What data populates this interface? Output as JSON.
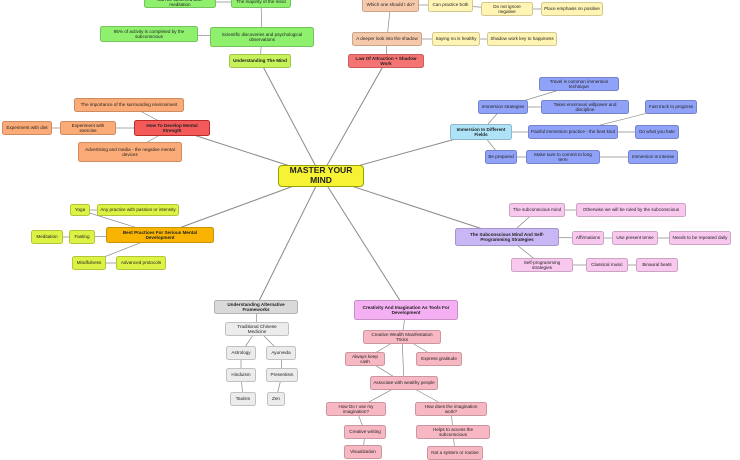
{
  "center": {
    "label": "MASTER YOUR MIND",
    "color": "#f6f334"
  },
  "colors": {
    "green": "#8ef06d",
    "green_border": "#52b63a",
    "peach": "#f5c9aa",
    "yellow_note": "#fff4b3",
    "red": "#f55a5a",
    "red_border": "#b92a2a",
    "orange": "#fbab77",
    "blue": "#aee3f7",
    "blue_mid": "#8fa2f7",
    "purple": "#c9b7f5",
    "purple_mid": "#a69af2",
    "pink_light": "#f8c8ef",
    "pink_mid": "#f5b1eb",
    "lime": "#dcf244",
    "orange_main": "#f8b400",
    "gray": "#d9d9d9",
    "gray_light": "#ececec",
    "pink_red": "#f7b8c3",
    "magenta": "#f4b0f2",
    "line": "#8a8a8a"
  },
  "nodes": {
    "understanding_mind": "Understanding The Mind",
    "scientific": "Scientific discoveries and psychological observations",
    "subconscious_95": "95% of activity is completed by the subconscious",
    "meditation_observe": "Can be observed after meditation",
    "majority_mind": "The majority of the mind",
    "law_attraction": "Law Of Attraction + Shadow Work",
    "deeper_look": "A deeper look into the shadow",
    "saying_no": "Saying no is healthy",
    "shadow_happiness": "Shadow work key to happiness",
    "which_one": "Which one should I do?",
    "practice_both": "Can practice both",
    "not_ignore": "Do not ignore negative",
    "emphasis_positive": "Place emphasis on positive",
    "immersion": "Immersion In Different Fields",
    "immersion_strategies": "Immersion strategies",
    "travel": "Travel is common immersion technique",
    "willpower": "Takes enormous willpower and discipline",
    "painful": "Painful immersion practice - the best kind",
    "fast_track": "Fast track to progress",
    "do_what_hate": "Do what you hate",
    "be_prepared": "Be prepared",
    "commit": "Make sure to commit to long term",
    "intense": "Immersion is intense",
    "subconscious_prog": "The Subconscious Mind And Self-Programming Strategies",
    "subconscious_mind": "The subconscious mind",
    "otherwise_ruled": "Otherwise we will be ruled by the subconscious",
    "affirmations": "Affirmations",
    "present_tense": "Use present tense",
    "repeated_daily": "Needs to be repeated daily",
    "self_prog": "Self-programming strategies",
    "classical": "Classical music",
    "binaural": "Binaural beats",
    "creativity": "Creativity And Imagination As Tools For Development",
    "creative_wealth": "Creative Wealth Manifestation Tricks",
    "keep_cash": "Always keep cash",
    "express_gratitude": "Express gratitude",
    "associate_wealthy": "Associate with wealthy people",
    "how_do_i_use": "How Do I use my imagination?",
    "creative_writing": "Creative writing",
    "visualization": "Visualization",
    "how_imagination": "How does the imagination work?",
    "helps_access": "Helps to access the subconscious",
    "not_system": "Not a system or routine",
    "alt_frameworks": "Understanding Alternative Frameworks",
    "tcm": "Traditional Chinese Medicine",
    "astrology": "Astrology",
    "ayurveda": "Ayurveda",
    "hinduism": "Hinduism",
    "presentism": "Presentism",
    "taoism": "Taoism",
    "zen": "Zen",
    "best_practices": "Best Practices For Serious Mental Development",
    "yoga": "Yoga",
    "any_practice": "Any practice with passion or intensity",
    "meditation": "Meditation",
    "fasting": "Fasting",
    "mindfulness": "Mindfulness",
    "advanced": "Advanced protocols",
    "develop_strength": "How To Develop Mental Strength",
    "importance_env": "The importance of the surrounding environment",
    "exp_exercise": "Experiment with exercise",
    "exp_diet": "Experiment with diet",
    "advertising": "Advertising and media - the negative mental devices"
  }
}
